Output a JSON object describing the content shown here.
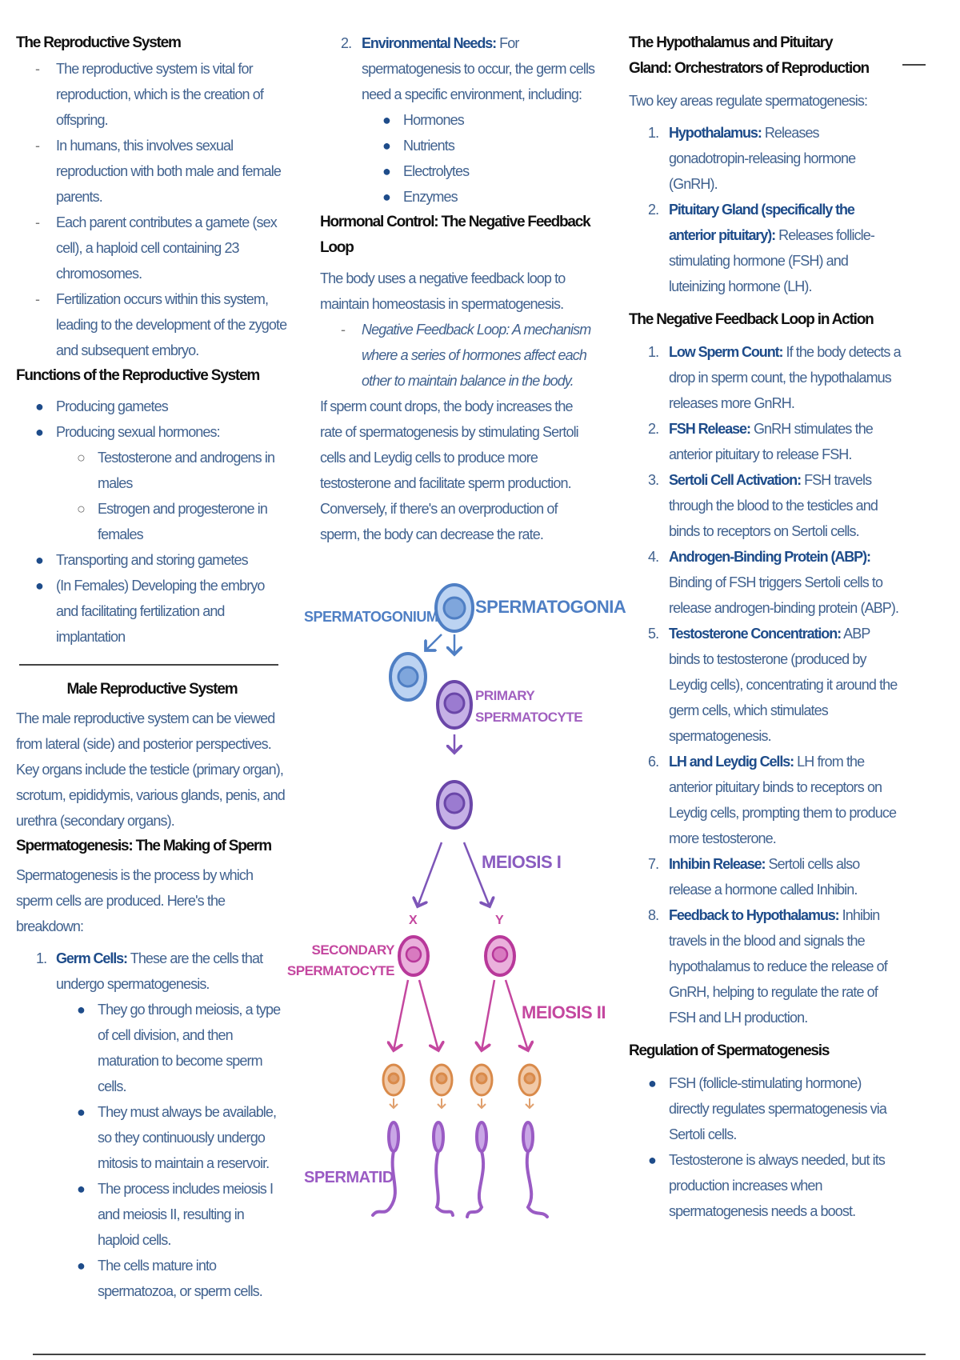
{
  "col1": {
    "repro_heading": "The Reproductive System",
    "repro_bullets": [
      "The reproductive system is vital for reproduction, which is the creation of offspring.",
      "In humans, this involves sexual reproduction with both male and female parents.",
      "Each parent contributes a gamete (sex cell), a haploid cell containing 23 chromosomes.",
      "Fertilization occurs within this system, leading to the development of the zygote and subsequent embryo."
    ],
    "functions_heading": "Functions of the Reproductive System",
    "functions": [
      "Producing gametes",
      "Producing sexual hormones:",
      "Transporting and storing gametes",
      "(In Females) Developing the embryo and facilitating fertilization and implantation"
    ],
    "hormone_sub": [
      "Testosterone and androgens in males",
      "Estrogen and progesterone in females"
    ],
    "male_heading": "Male Reproductive System",
    "male_para": "The male reproductive system can be viewed from lateral (side) and posterior perspectives. Key organs include the testicle (primary organ), scrotum, epididymis, various glands, penis, and urethra (secondary organs).",
    "sperm_heading": "Spermatogenesis: The Making of Sperm",
    "sperm_para": "Spermatogenesis is the process by which sperm cells are produced. Here's the breakdown:",
    "germ_num": "1.",
    "germ_label": "Germ Cells:",
    "germ_text": " These are the cells that undergo spermatogenesis.",
    "germ_bullets": [
      "They go through meiosis, a type of cell division, and then maturation to become sperm cells.",
      "They must always be available, so they continuously undergo mitosis to maintain a reservoir.",
      "The process includes meiosis I and meiosis II, resulting in haploid cells.",
      "The cells mature into spermatozoa, or sperm cells."
    ]
  },
  "col2": {
    "env_num": "2.",
    "env_label": "Environmental Needs:",
    "env_text": " For spermatogenesis to occur, the germ cells need a specific environment, including:",
    "env_items": [
      "Hormones",
      "Nutrients",
      "Electrolytes",
      "Enzymes"
    ],
    "hormonal_heading": "Hormonal Control: The Negative Feedback Loop",
    "hormonal_para": "The body uses a negative feedback loop to maintain homeostasis in spermatogenesis.",
    "nfl_def": "Negative Feedback Loop: A mechanism where a series of hormones affect each other to maintain balance in the body.",
    "drop_para": "If sperm count drops, the body increases the rate of spermatogenesis by stimulating Sertoli cells and Leydig cells to produce more testosterone and facilitate sperm production. Conversely, if there's an overproduction of sperm, the body can decrease the rate."
  },
  "diagram": {
    "spermatogonium": "SPERMATOGONIUM",
    "spermatogonia": "SPERMATOGONIA",
    "primary_1": "PRIMARY",
    "primary_2": "SPERMATOCYTE",
    "meiosis1": "MEIOSIS I",
    "x": "X",
    "y": "Y",
    "secondary_1": "SECONDARY",
    "secondary_2": "SPERMATOCYTE",
    "meiosis2": "MEIOSIS II",
    "spermatid": "SPERMATID",
    "colors": {
      "blue": "#4f7fc4",
      "purple": "#7d55b8",
      "pink": "#c4479f",
      "orange": "#d98a4a"
    }
  },
  "col3": {
    "hp_heading": "The Hypothalamus and Pituitary Gland: Orchestrators of Reproduction",
    "two_areas": "Two key areas regulate spermatogenesis:",
    "areas": [
      {
        "num": "1.",
        "label": "Hypothalamus:",
        "text": " Releases gonadotropin-releasing hormone (GnRH)."
      },
      {
        "num": "2.",
        "label": "Pituitary Gland (specifically the anterior pituitary):",
        "text": " Releases follicle-stimulating hormone (FSH) and luteinizing hormone (LH)."
      }
    ],
    "nfl_heading": "The Negative Feedback Loop in Action",
    "steps": [
      {
        "num": "1.",
        "label": "Low Sperm Count:",
        "text": " If the body detects a drop in sperm count, the hypothalamus releases more GnRH."
      },
      {
        "num": "2.",
        "label": "FSH Release:",
        "text": " GnRH stimulates the anterior pituitary to release FSH."
      },
      {
        "num": "3.",
        "label": "Sertoli Cell Activation:",
        "text": " FSH travels through the blood to the testicles and binds to receptors on Sertoli cells."
      },
      {
        "num": "4.",
        "label": "Androgen-Binding Protein (ABP):",
        "text": " Binding of FSH triggers Sertoli cells to release androgen-binding protein (ABP)."
      },
      {
        "num": "5.",
        "label": "Testosterone Concentration:",
        "text": " ABP binds to testosterone (produced by Leydig cells), concentrating it around the germ cells, which stimulates spermatogenesis."
      },
      {
        "num": "6.",
        "label": "LH and Leydig Cells:",
        "text": " LH from the anterior pituitary binds to receptors on Leydig cells, prompting them to produce more testosterone."
      },
      {
        "num": "7.",
        "label": "Inhibin Release:",
        "text": " Sertoli cells also release a hormone called Inhibin."
      },
      {
        "num": "8.",
        "label": "Feedback to Hypothalamus:",
        "text": " Inhibin travels in the blood and signals the hypothalamus to reduce the release of GnRH, helping to regulate the rate of FSH and LH production."
      }
    ],
    "reg_heading": "Regulation of Spermatogenesis",
    "reg_bullets": [
      "FSH (follicle-stimulating hormone) directly regulates spermatogenesis via Sertoli cells.",
      "Testosterone is always needed, but its production increases when spermatogenesis needs a boost."
    ]
  }
}
